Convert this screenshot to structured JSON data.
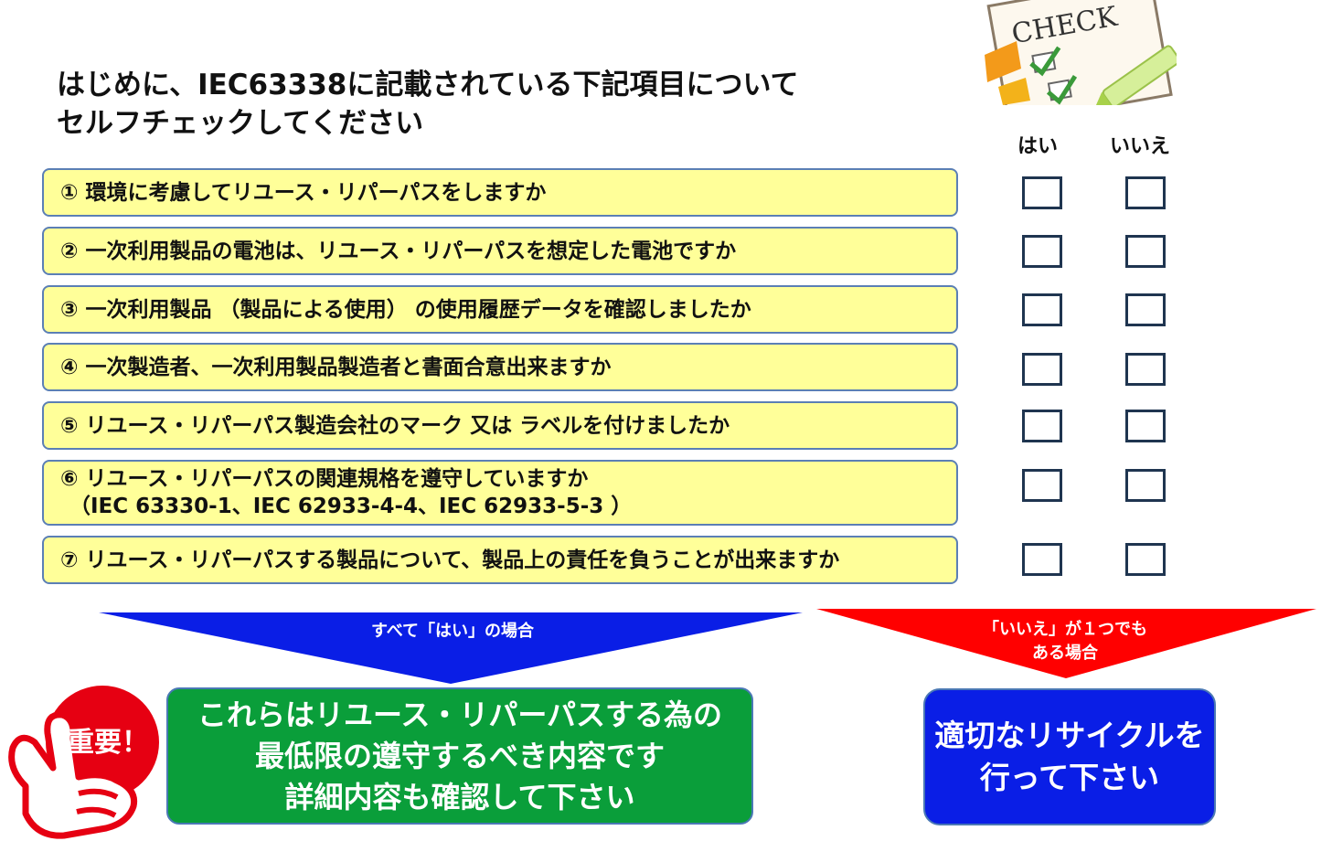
{
  "title": {
    "line1": "はじめに、IEC63338に記載されている下記項目について",
    "line2": "セルフチェックしてください"
  },
  "illustration": {
    "check_text": "CHECK"
  },
  "columns": {
    "yes": "はい",
    "no": "いいえ"
  },
  "questions": [
    {
      "text": "① 環境に考慮してリユース・リパーパスをしますか"
    },
    {
      "text": "② 一次利用製品の電池は、リユース・リパーパスを想定した電池ですか"
    },
    {
      "text": "③ 一次利用製品 （製品による使用） の使用履歴データを確認しましたか"
    },
    {
      "text": "④ 一次製造者、一次利用製品製造者と書面合意出来ますか"
    },
    {
      "text": "⑤ リユース・リパーパス製造会社のマーク 又は ラベルを付けましたか"
    },
    {
      "text": "⑥ リユース・リパーパスの関連規格を遵守していますか",
      "sub": "（IEC 63330-1、IEC 62933-4-4、IEC 62933-5-3 ）"
    },
    {
      "text": "⑦ リユース・リパーパスする製品について、製品上の責任を負うことが出来ますか"
    }
  ],
  "branches": {
    "all_yes": "すべて「はい」の場合",
    "any_no_line1": "「いいえ」が１つでも",
    "any_no_line2": "ある場合"
  },
  "results": {
    "yes_lines": [
      "これらはリユース・リパーパスする為の",
      "最低限の遵守するべき内容です",
      "詳細内容も確認して下さい"
    ],
    "no_lines": [
      "適切なリサイクルを",
      "行って下さい"
    ],
    "important_label": "重要！"
  },
  "colors": {
    "question_bg": "#ffff99",
    "question_border": "#5b7fb5",
    "blue_arrow": "#0a1ee6",
    "red_arrow": "#ff0000",
    "green_box": "#0a9e3a",
    "blue_box": "#0a1ee6",
    "important_red": "#e60012"
  }
}
